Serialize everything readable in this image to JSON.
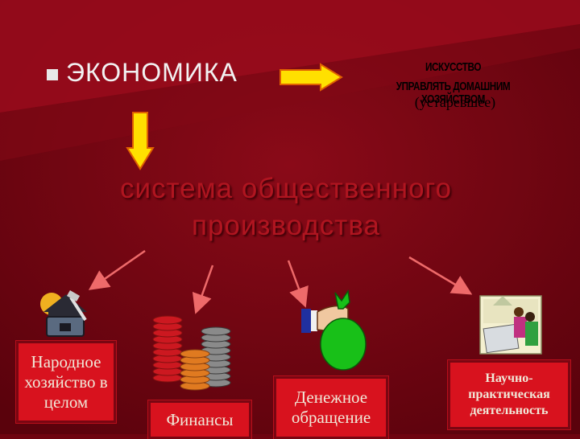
{
  "header": {
    "title": "ЭКОНОМИКА",
    "art_line1": "ИСКУССТВО",
    "art_line2": "УПРАВЛЯТЬ ДОМАШНИМ ХОЗЯЙСТВОМ",
    "outdated": "(устаревшее)"
  },
  "center": {
    "line1": "система общественного",
    "line2": "производства"
  },
  "boxes": [
    {
      "text": "Народное хозяйство в целом"
    },
    {
      "text": "Финансы"
    },
    {
      "text": "Денежное обращение"
    },
    {
      "text": "Научно- практическая деятельность"
    }
  ],
  "icons": [
    "house-tools-icon",
    "coin-stacks-icon",
    "money-bag-icon",
    "classroom-icon"
  ],
  "colors": {
    "background": "#6e0410",
    "arrow_fill": "#ffe000",
    "arrow_outline": "#e06000",
    "box_fill": "#d8121e",
    "subtitle": "#b01520"
  }
}
